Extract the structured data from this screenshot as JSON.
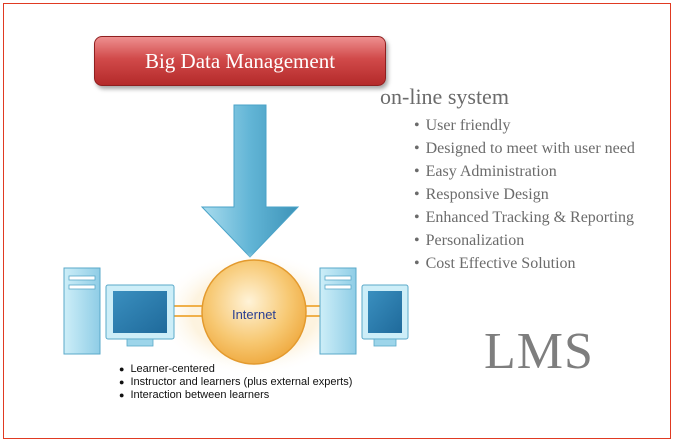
{
  "slide": {
    "title": "Big Data Management",
    "subtitle": "on-line system",
    "features": [
      "User friendly",
      "Designed to meet with user need",
      "Easy Administration",
      "Responsive Design",
      "Enhanced Tracking & Reporting",
      "Personalization",
      "Cost Effective Solution"
    ],
    "big_label": "LMS"
  },
  "network": {
    "hub_label": "Internet",
    "notes": [
      "Learner-centered",
      "Instructor and learners (plus external experts)",
      "Interaction between learners"
    ]
  },
  "colors": {
    "frame": "#e03a22",
    "banner": "#c93b3b",
    "arrow": "#5fb3d4",
    "hub": "#f6c36a",
    "text_gray": "#6b6b6b"
  }
}
